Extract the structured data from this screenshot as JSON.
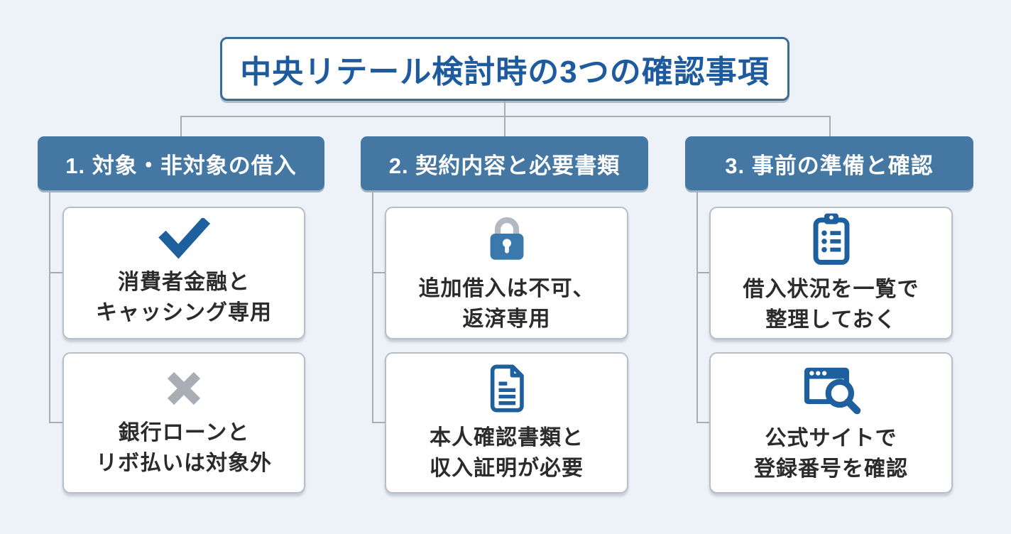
{
  "title": "中央リテール検討時の3つの確認事項",
  "colors": {
    "background": "#edf2f8",
    "title_text": "#1d5a9e",
    "title_border": "#3c6c94",
    "header_bg": "#4577a3",
    "header_text": "#ffffff",
    "card_border": "#b7bec6",
    "card_text": "#2b2b2b",
    "connector": "#a8adb3",
    "icon_blue": "#1e5f9e",
    "icon_gray": "#a9aeb5",
    "icon_mid_blue": "#3a79ab",
    "icon_shackle": "#b3b9c0"
  },
  "columns": [
    {
      "header": "1. 対象・非対象の借入",
      "cards": [
        {
          "icon": "check-icon",
          "line1": "消費者金融と",
          "line2": "キャッシング専用"
        },
        {
          "icon": "cross-icon",
          "line1": "銀行ローンと",
          "line2": "リボ払いは対象外"
        }
      ]
    },
    {
      "header": "2. 契約内容と必要書類",
      "cards": [
        {
          "icon": "lock-icon",
          "line1": "追加借入は不可、",
          "line2": "返済専用"
        },
        {
          "icon": "document-icon",
          "line1": "本人確認書類と",
          "line2": "収入証明が必要"
        }
      ]
    },
    {
      "header": "3. 事前の準備と確認",
      "cards": [
        {
          "icon": "clipboard-icon",
          "line1": "借入状況を一覧で",
          "line2": "整理しておく"
        },
        {
          "icon": "browser-search-icon",
          "line1": "公式サイトで",
          "line2": "登録番号を確認"
        }
      ]
    }
  ]
}
